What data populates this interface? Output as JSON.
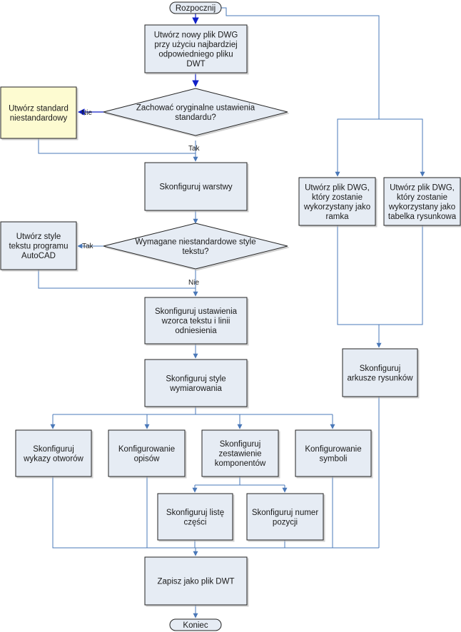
{
  "colors": {
    "box_fill": "#e6ecf4",
    "box_stroke": "#222222",
    "highlight_fill": "#fdfbd1",
    "connector": "#4a78b8",
    "arrow_blue": "#1020c8",
    "terminal_fill": "#e6ecf4"
  },
  "nodes": {
    "start": "Rozpocznij",
    "create_dwg": "Utwórz nowy plik DWG przy użyciu najbardziej odpowiedniego pliku DWT",
    "keep_standards": "Zachować oryginalne ustawienia standardu?",
    "create_standard": "Utwórz standard niestandardowy",
    "config_layers": "Skonfiguruj warstwy",
    "need_text_styles": "Wymagane niestandardowe style tekstu?",
    "create_text_styles": "Utwórz style tekstu programu AutoCAD",
    "config_text_pattern": "Skonfiguruj ustawienia wzorca tekstu i linii odniesienia",
    "config_dim_styles": "Skonfiguruj style wymiarowania",
    "config_hole_tables": "Skonfiguruj wykazy otworów",
    "config_labels": "Konfigurowanie opisów",
    "config_component_list": "Skonfiguruj zestawienie komponentów",
    "config_symbols": "Konfigurowanie symboli",
    "config_parts_list": "Skonfiguruj listę części",
    "config_item_number": "Skonfiguruj numer pozycji",
    "save_dwt": "Zapisz jako plik DWT",
    "end": "Koniec",
    "create_frame_dwg": "Utwórz plik DWG, który zostanie wykorzystany jako ramka",
    "create_titleblock_dwg": "Utwórz plik DWG, który zostanie wykorzystany jako tabelka rysunkowa",
    "config_sheets": "Skonfiguruj arkusze rysunków"
  },
  "edge_labels": {
    "no_1": "Nie",
    "yes_1": "Tak",
    "yes_2": "Tak",
    "no_2": "Nie"
  }
}
